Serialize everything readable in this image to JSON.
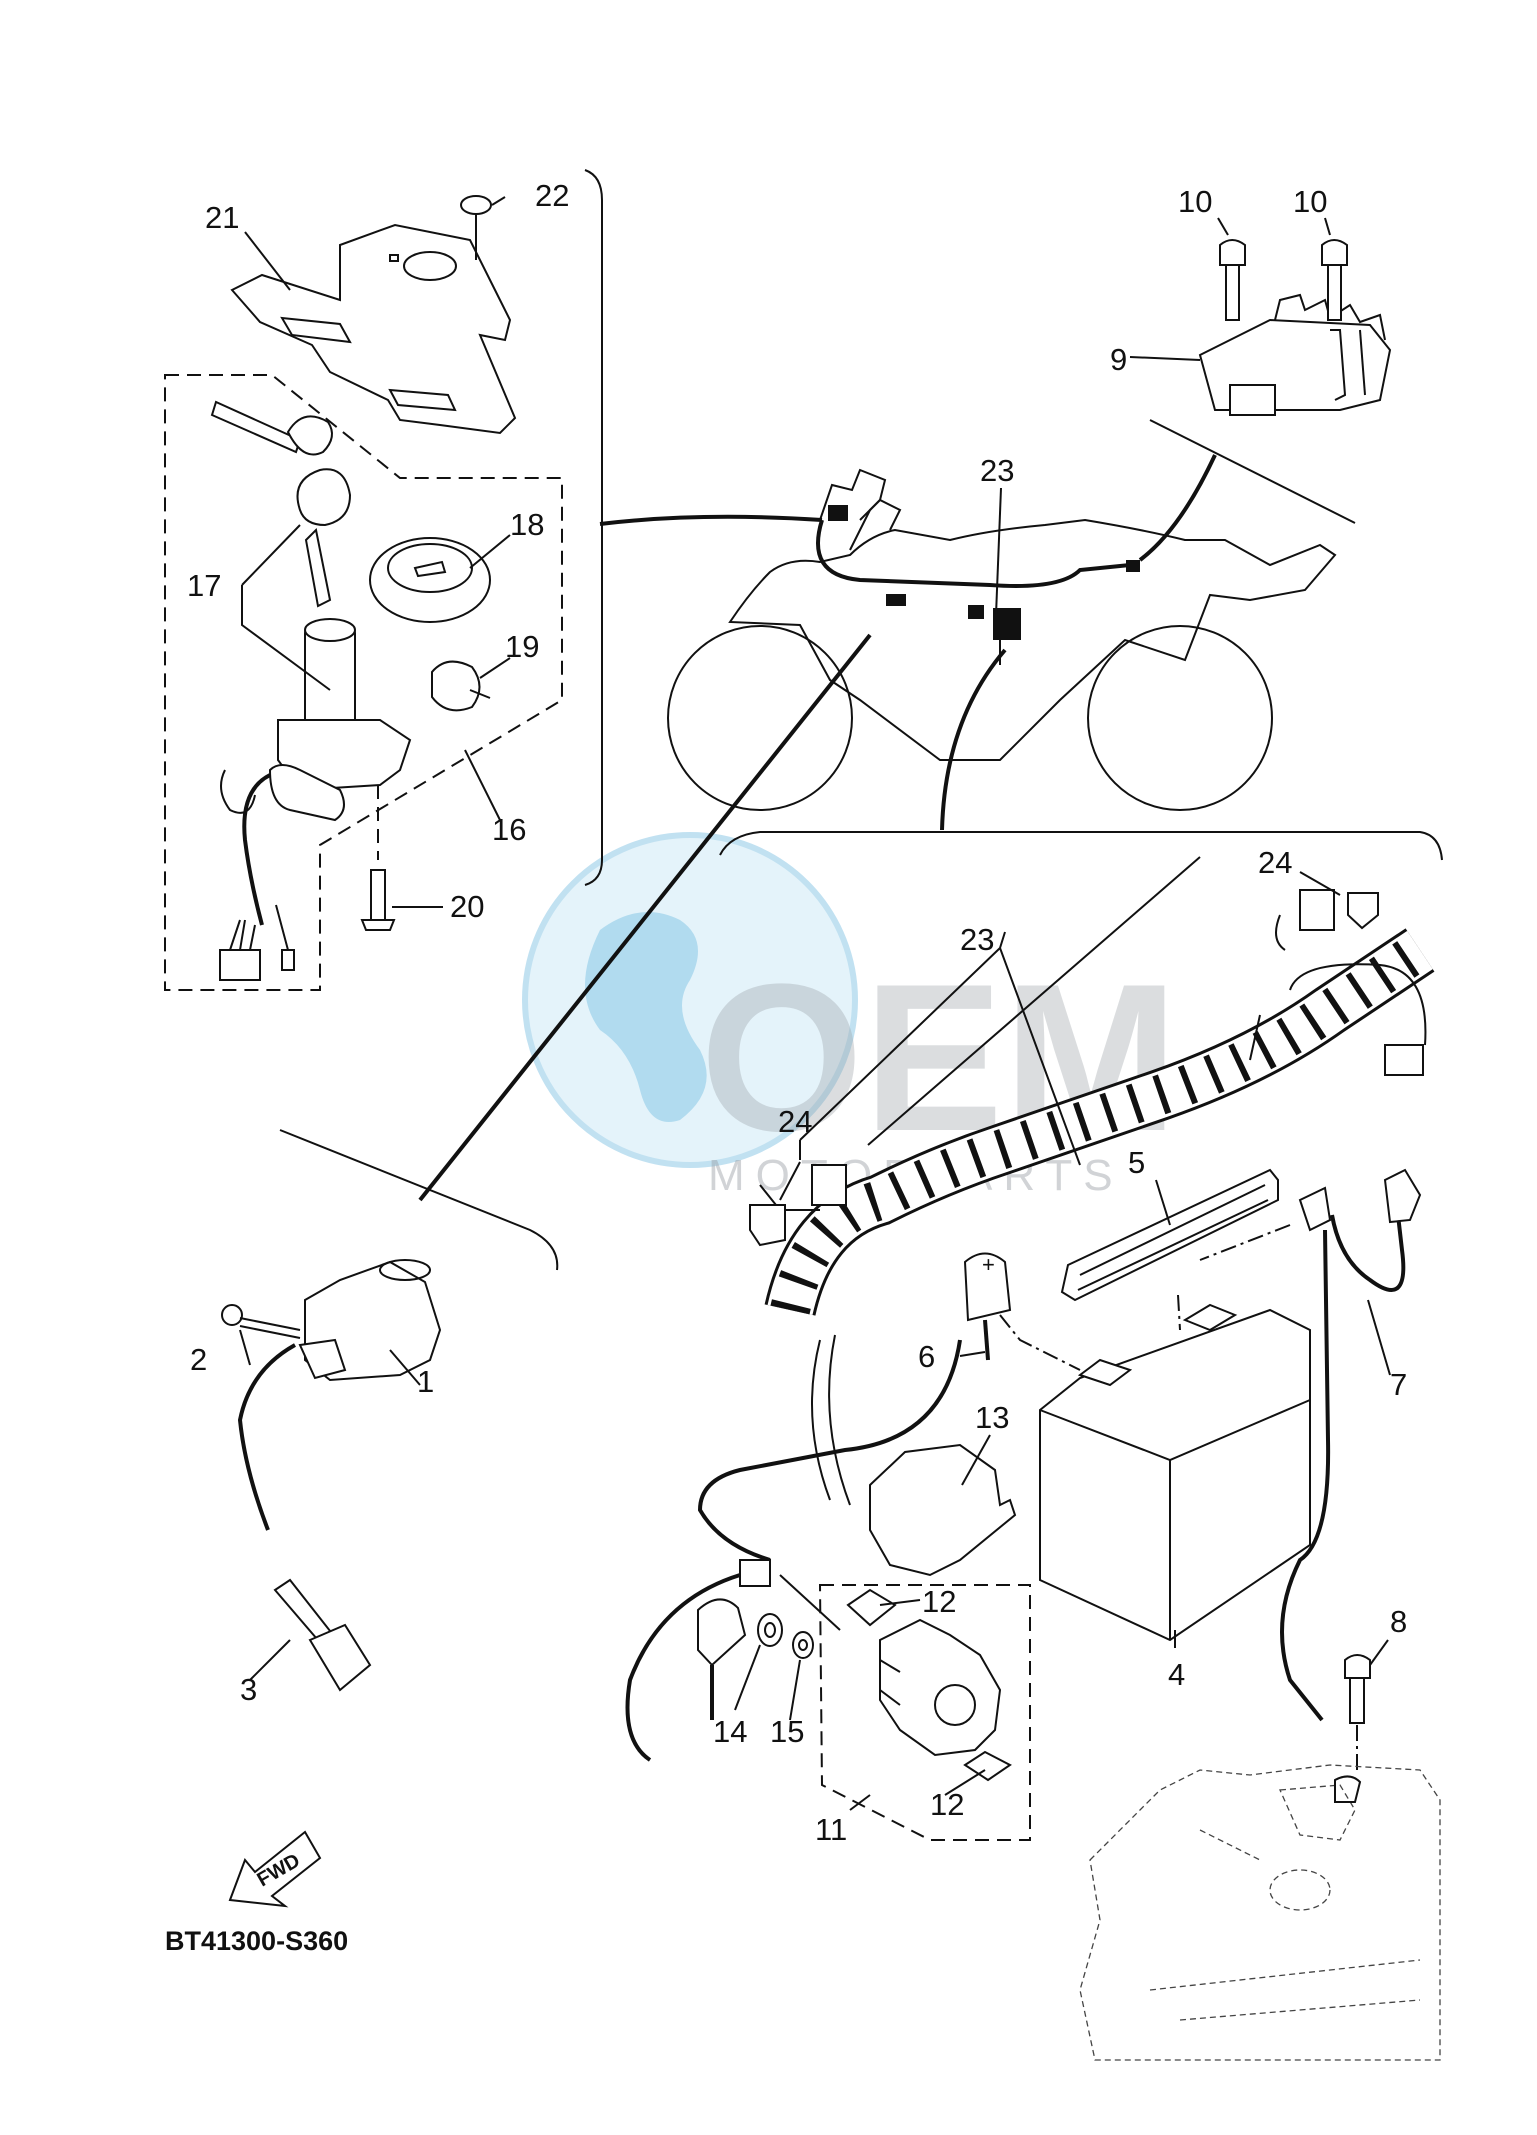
{
  "diagram_code": "BT41300-S360",
  "fwd_label": "FWD",
  "watermark": {
    "main": "OEM",
    "sub": "MOTORPARTS"
  },
  "callouts": {
    "c1": "1",
    "c2": "2",
    "c3": "3",
    "c4": "4",
    "c5": "5",
    "c6": "6",
    "c7": "7",
    "c8": "8",
    "c9": "9",
    "c10a": "10",
    "c10b": "10",
    "c11": "11",
    "c12a": "12",
    "c12b": "12",
    "c13": "13",
    "c14": "14",
    "c15": "15",
    "c16": "16",
    "c17": "17",
    "c18": "18",
    "c19": "19",
    "c20": "20",
    "c21": "21",
    "c22": "22",
    "c23a": "23",
    "c23b": "23",
    "c24a": "24",
    "c24b": "24"
  },
  "battery_terminal_sign": "+"
}
